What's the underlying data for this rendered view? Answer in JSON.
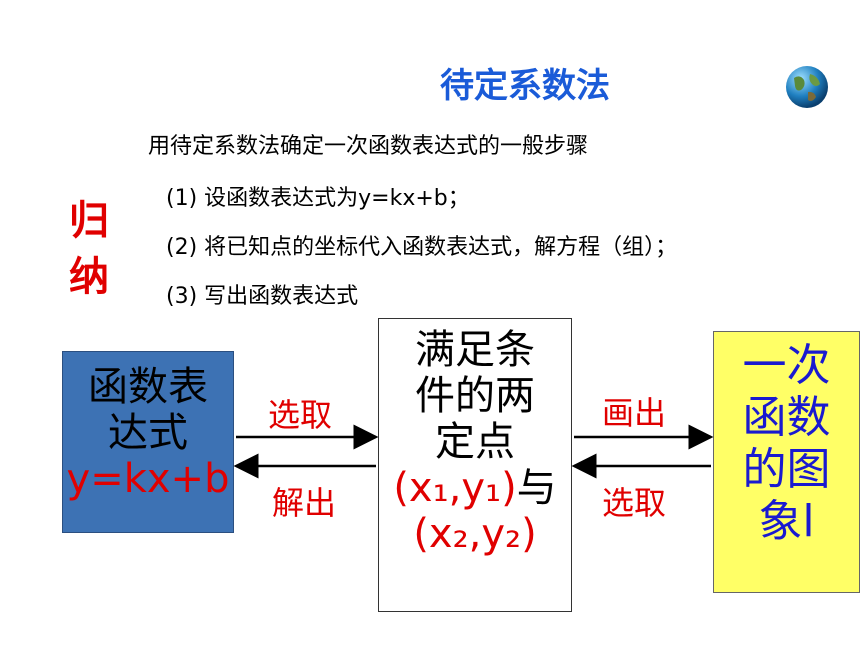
{
  "title": "待定系数法",
  "summary_chars": [
    "归",
    "纳"
  ],
  "steps_heading": "用待定系数法确定一次函数表达式的一般步骤",
  "steps": [
    "(1) 设函数表达式为y=kx+b；",
    "(2) 将已知点的坐标代入函数表达式，解方程（组）；",
    "(3) 写出函数表达式"
  ],
  "left_box": {
    "line1": "函数表",
    "line2": "达式",
    "formula": "y=kx+b"
  },
  "middle_box": {
    "line1": "满足条",
    "line2": "件的两",
    "line3": "定点",
    "point1": "(x₁,y₁)",
    "conj": "与",
    "point2": "(x₂,y₂)"
  },
  "right_box": {
    "line1": "一次",
    "line2": "函数",
    "line3": "的图",
    "line4": "象l"
  },
  "arrows": {
    "left_top": "选取",
    "left_bottom": "解出",
    "right_top": "画出",
    "right_bottom": "选取"
  },
  "colors": {
    "title": "#1a5bd8",
    "accent_red": "#e00000",
    "left_box_fill": "#3d72b4",
    "right_box_fill": "#ffff66",
    "right_box_text": "#1a1ad0"
  },
  "icons": [
    "globe-icon"
  ]
}
